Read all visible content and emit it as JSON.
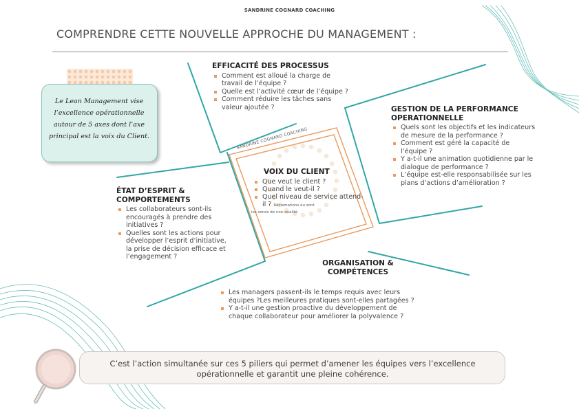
{
  "header": {
    "brand": "SANDRINE COGNARD COACHING"
  },
  "page": {
    "title": "COMPRENDRE CETTE NOUVELLE APPROCHE DU MANAGEMENT :"
  },
  "note": {
    "text": "Le Lean Management vise l’excellence opérationnelle autour de 5 axes dont l’axe principal est la voix du Client."
  },
  "center_tag": "SANDRINE COGNARD COACHING",
  "sections": {
    "efficacite": {
      "heading": "EFFICACITÉ DES PROCESSUS",
      "items": [
        "Comment est alloué la charge de travail de l’équipe ?",
        "Quelle est l’activité cœur de l’équipe ?",
        "Comment réduire les tâches sans valeur ajoutée ?"
      ]
    },
    "gestion": {
      "heading": "GESTION DE LA PERFORMANCE OPERATIONNELLE",
      "items": [
        "Quels sont les objectifs et les indicateurs de mesure de la performance ?",
        "Comment est géré la capacité de l’équipe ?",
        "Y a-t-il une animation quotidienne par le dialogue de performance ?",
        "L’équipe est-elle responsabilisée sur les plans d’actions d’amélioration ?"
      ]
    },
    "etat": {
      "heading": "ÉTAT D’ESPRIT & COMPORTEMENTS",
      "items": [
        "Les collaborateurs sont-ils encouragés à prendre des initiatives ?",
        "Quelles sont les actions pour développer l’esprit d’initiative, la prise de décision efficace et l’engagement ?"
      ]
    },
    "voix": {
      "heading": "VOIX DU CLIENT",
      "items": [
        "Que veut le client ?",
        "Quand le veut-il ?",
        "Quel niveau de service attend-il ?"
      ],
      "small_note_a": "Réclamations ou sont",
      "small_note_b": "les zones de non-qualité"
    },
    "organisation": {
      "heading": "ORGANISATION & COMPÉTENCES",
      "items": [
        "Les managers passent-ils le temps requis avec leurs équipes ?Les meilleures pratiques sont-elles partagées ?",
        "Y a-t-il une gestion proactive du développement de chaque collaborateur pour améliorer la polyvalence ?"
      ]
    }
  },
  "footer": {
    "quote": "C’est l’action simultanée sur ces 5 piliers qui permet d’amener les équipes vers l’excellence opérationnelle et garantit une pleine cohérence."
  },
  "colors": {
    "accent": "#e99a5c",
    "teal": "#2fa7a4",
    "note_bg": "#dcf0ec"
  },
  "icons": [
    "magnifier-icon",
    "swirl-lines-decoration",
    "pearl-circle-decoration"
  ]
}
